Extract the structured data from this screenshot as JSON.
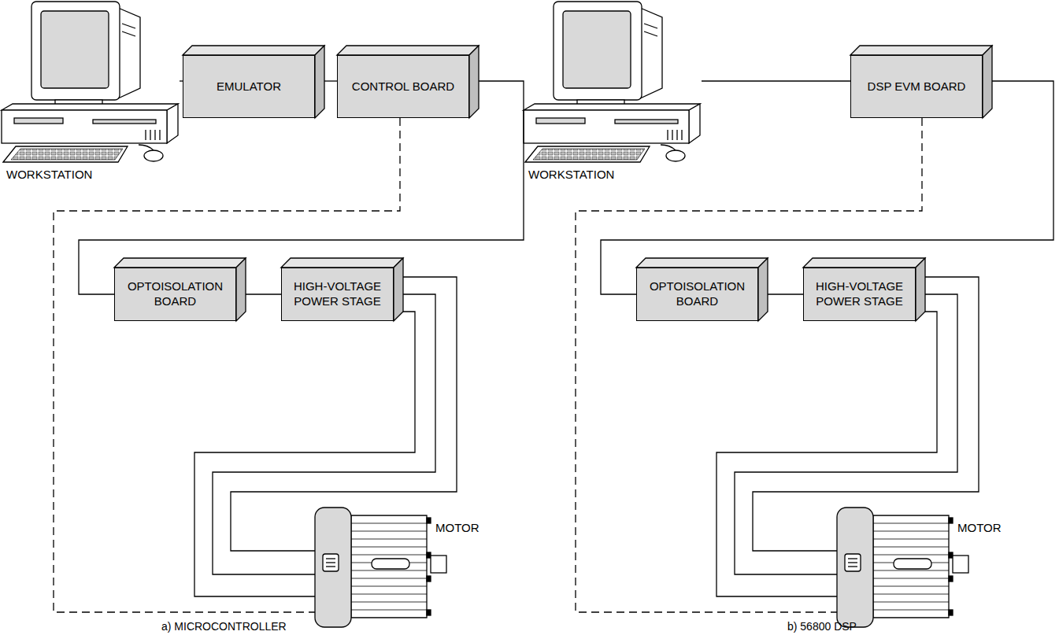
{
  "diagram": {
    "nodes": [
      {
        "text": [
          "WORKSTATION"
        ]
      },
      {
        "text": [
          "EMULATOR"
        ]
      },
      {
        "text": [
          "CONTROL BOARD"
        ]
      },
      {
        "text": [
          "WORKSTATION"
        ]
      },
      {
        "text": [
          "DSP EVM BOARD"
        ]
      },
      {
        "text": [
          "OPTOISOLATION BOARD"
        ]
      },
      {
        "text": [
          "HIGH-VOLTAGE POWER STAGE"
        ]
      },
      {
        "text": [
          "OPTOISOLATION BOARD"
        ]
      },
      {
        "text": [
          "HIGH-VOLTAGE POWER STAGE"
        ]
      },
      {
        "text": [
          "MOTOR"
        ]
      },
      {
        "text": [
          "MOTOR"
        ]
      }
    ],
    "edges": [
      {
        "from": 0,
        "to": 1,
        "arrow": "none"
      },
      {
        "from": 1,
        "to": 2,
        "arrow": "none"
      },
      {
        "from": 3,
        "to": 4,
        "arrow": "none"
      },
      {
        "from": 2,
        "to": 5,
        "arrow": "none"
      },
      {
        "from": 4,
        "to": 7,
        "arrow": "none"
      },
      {
        "from": 5,
        "to": 6,
        "arrow": "none"
      },
      {
        "from": 7,
        "to": 8,
        "arrow": "none"
      },
      {
        "from": 6,
        "to": 9,
        "arrow": "none"
      },
      {
        "from": 6,
        "to": 9,
        "arrow": "none"
      },
      {
        "from": 6,
        "to": 9,
        "arrow": "none"
      },
      {
        "from": 8,
        "to": 10,
        "arrow": "none"
      },
      {
        "from": 8,
        "to": 10,
        "arrow": "none"
      },
      {
        "from": 8,
        "to": 10,
        "arrow": "none"
      }
    ],
    "labels": [
      "a) MICROCONTROLLER",
      "b) 56800 DSP"
    ]
  }
}
